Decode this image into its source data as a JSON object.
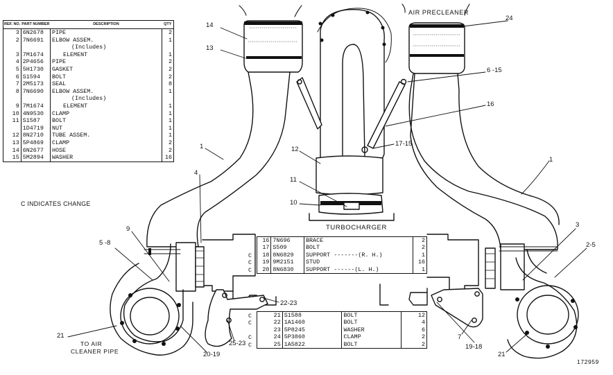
{
  "parts_table": {
    "headers": {
      "ref": "REF. NO.",
      "part": "PART NUMBER",
      "desc": "DESCRIPTION",
      "qty": "QTY"
    },
    "rows": [
      {
        "ref": "3",
        "part": "6N2678",
        "desc": "PIPE",
        "qty": "2"
      },
      {
        "ref": "2",
        "part": "7N6691",
        "desc": "ELBOW ASSEM.",
        "qty": "1"
      },
      {
        "ref": "",
        "part": "",
        "desc": "(Includes)",
        "qty": ""
      },
      {
        "ref": "3",
        "part": "7M1674",
        "desc": "ELEMENT",
        "qty": "1"
      },
      {
        "ref": "4",
        "part": "2P4656",
        "desc": "PIPE",
        "qty": "2"
      },
      {
        "ref": "5",
        "part": "5H1730",
        "desc": "GASKET",
        "qty": "2"
      },
      {
        "ref": "6",
        "part": "S1594",
        "desc": "BOLT",
        "qty": "2"
      },
      {
        "ref": "7",
        "part": "2M5173",
        "desc": "SEAL",
        "qty": "8"
      },
      {
        "ref": "8",
        "part": "7N6690",
        "desc": "ELBOW ASSEM.",
        "qty": "1"
      },
      {
        "ref": "",
        "part": "",
        "desc": "(Includes)",
        "qty": ""
      },
      {
        "ref": "9",
        "part": "7M1674",
        "desc": "ELEMENT",
        "qty": "1"
      },
      {
        "ref": "10",
        "part": "4N9530",
        "desc": "CLAMP",
        "qty": "1"
      },
      {
        "ref": "11",
        "part": "S1587",
        "desc": "BOLT",
        "qty": "1"
      },
      {
        "ref": "",
        "part": "1D4719",
        "desc": "NUT",
        "qty": "1"
      },
      {
        "ref": "12",
        "part": "8N2710",
        "desc": "TUBE ASSEM.",
        "qty": "1"
      },
      {
        "ref": "13",
        "part": "5P4869",
        "desc": "CLAMP",
        "qty": "2"
      },
      {
        "ref": "14",
        "part": "6N2677",
        "desc": "HOSE",
        "qty": "2"
      },
      {
        "ref": "15",
        "part": "5M2894",
        "desc": "WASHER",
        "qty": "16"
      }
    ]
  },
  "change_note": "C INDICATES CHANGE",
  "upper_callout": [
    {
      "c": "",
      "ref": "16",
      "part": "7N696",
      "desc": "BRACE",
      "qty": "2"
    },
    {
      "c": "",
      "ref": "17",
      "part": "S509",
      "desc": "BOLT",
      "qty": "2"
    },
    {
      "c": "C",
      "ref": "18",
      "part": "8N6829",
      "desc": "SUPPORT -------(R. H.)",
      "qty": "1"
    },
    {
      "c": "C",
      "ref": "19",
      "part": "9M2151",
      "desc": "STUD",
      "qty": "16"
    },
    {
      "c": "C",
      "ref": "20",
      "part": "8N6830",
      "desc": "SUPPORT ------(L. H.)",
      "qty": "1"
    }
  ],
  "lower_callout": [
    {
      "c": "C",
      "ref": "21",
      "part": "S1588",
      "desc": "BOLT",
      "qty": "12"
    },
    {
      "c": "C",
      "ref": "22",
      "part": "1A1460",
      "desc": "BOLT",
      "qty": "4"
    },
    {
      "c": "",
      "ref": "23",
      "part": "5P8245",
      "desc": "WASHER",
      "qty": "6"
    },
    {
      "c": "C",
      "ref": "24",
      "part": "5P3860",
      "desc": "CLAMP",
      "qty": "2"
    },
    {
      "c": "C",
      "ref": "25",
      "part": "1A5822",
      "desc": "BOLT",
      "qty": "2"
    }
  ],
  "labels": {
    "air_precleaner": "AIR PRECLEANER",
    "turbocharger": "TURBOCHARGER",
    "to_air_cleaner": "TO AIR",
    "to_air_cleaner_2": "CLEANER PIPE",
    "figure_number": "172959"
  },
  "callouts": {
    "c14": "14",
    "c13": "13",
    "c24": "24",
    "c6_15": "6 -15",
    "c16": "16",
    "c17_15": "17-15",
    "c12": "12",
    "c1_left": "1",
    "c1_right": "1",
    "c4": "4",
    "c11": "11",
    "c10": "10",
    "c9": "9",
    "c5_8": "5 -8",
    "c3": "3",
    "c2_5": "2-5",
    "c22_23": "22-23",
    "c21_left": "21",
    "c25_23": "25-23",
    "c20_19": "20-19",
    "c7": "7",
    "c19_18": "19-18",
    "c21_right": "21"
  }
}
